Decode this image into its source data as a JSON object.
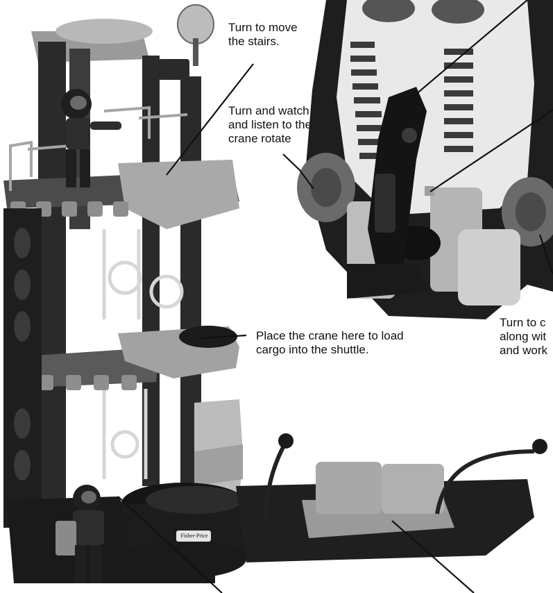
{
  "colors": {
    "ink": "#111111",
    "dark_plastic": "#2b2b2b",
    "mid_plastic": "#8c8c8c",
    "light_plastic": "#cfcfcf",
    "paper": "#ffffff"
  },
  "brand": {
    "logo_text": "Fisher-Price"
  },
  "callouts": {
    "stairs": {
      "line1": "Turn to move",
      "line2": "the stairs."
    },
    "crane_rotate": {
      "line1": "Turn and watch",
      "line2": "and listen to the",
      "line3": "crane rotate"
    },
    "crane_load": {
      "line1": "Place the crane here to load",
      "line2": "cargo into the shuttle."
    },
    "shuttle_right": {
      "line1": "Turn to c",
      "line2": "along wit",
      "line3": "and work"
    }
  }
}
